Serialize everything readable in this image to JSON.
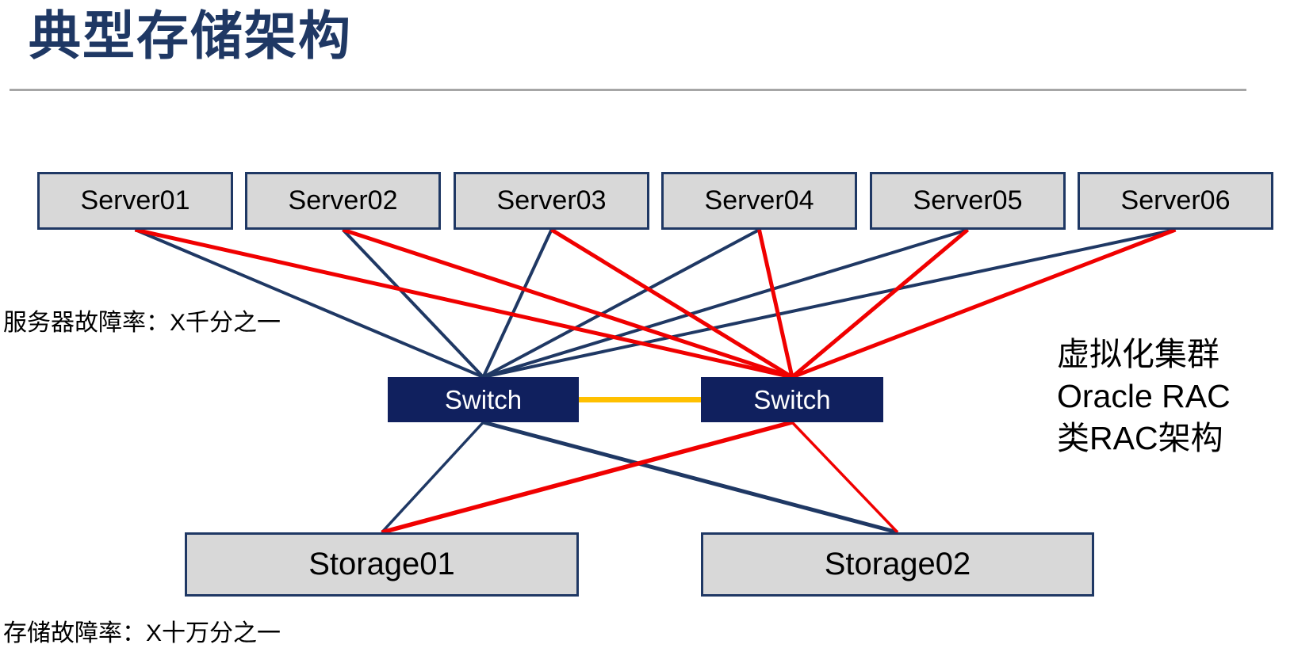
{
  "title": "典型存储架构",
  "colors": {
    "navy": "#1F3864",
    "switch_fill": "#10205E",
    "red": "#F00000",
    "yellow": "#FFC000",
    "box_fill": "#D8D8D8",
    "gray_rule": "#A6A6A6",
    "ink": "#000000"
  },
  "nodes": {
    "servers": [
      {
        "id": "server01",
        "label": "Server01"
      },
      {
        "id": "server02",
        "label": "Server02"
      },
      {
        "id": "server03",
        "label": "Server03"
      },
      {
        "id": "server04",
        "label": "Server04"
      },
      {
        "id": "server05",
        "label": "Server05"
      },
      {
        "id": "server06",
        "label": "Server06"
      }
    ],
    "switches": [
      {
        "id": "switch1",
        "label": "Switch"
      },
      {
        "id": "switch2",
        "label": "Switch"
      }
    ],
    "storages": [
      {
        "id": "storage1",
        "label": "Storage01"
      },
      {
        "id": "storage2",
        "label": "Storage02"
      }
    ]
  },
  "annotations": {
    "server_failure_rate": "服务器故障率：X千分之一",
    "storage_failure_rate": "存储故障率：X十万分之一",
    "cluster_note_lines": [
      "虚拟化集群",
      "Oracle RAC",
      "类RAC架构"
    ]
  },
  "connections": [
    {
      "from": "server01",
      "from_anchor": "bottom",
      "to": "switch1",
      "to_anchor": "top",
      "color": "navy",
      "width": 4
    },
    {
      "from": "server02",
      "from_anchor": "bottom",
      "to": "switch1",
      "to_anchor": "top",
      "color": "navy",
      "width": 4
    },
    {
      "from": "server03",
      "from_anchor": "bottom",
      "to": "switch1",
      "to_anchor": "top",
      "color": "navy",
      "width": 4
    },
    {
      "from": "server04",
      "from_anchor": "bottom",
      "to": "switch1",
      "to_anchor": "top",
      "color": "navy",
      "width": 4
    },
    {
      "from": "server05",
      "from_anchor": "bottom",
      "to": "switch1",
      "to_anchor": "top",
      "color": "navy",
      "width": 4
    },
    {
      "from": "server06",
      "from_anchor": "bottom",
      "to": "switch1",
      "to_anchor": "top",
      "color": "navy",
      "width": 4
    },
    {
      "from": "server01",
      "from_anchor": "bottom",
      "to": "switch2",
      "to_anchor": "top",
      "color": "red",
      "width": 5
    },
    {
      "from": "server02",
      "from_anchor": "bottom",
      "to": "switch2",
      "to_anchor": "top",
      "color": "red",
      "width": 5
    },
    {
      "from": "server03",
      "from_anchor": "bottom",
      "to": "switch2",
      "to_anchor": "top",
      "color": "red",
      "width": 5
    },
    {
      "from": "server04",
      "from_anchor": "bottom",
      "to": "switch2",
      "to_anchor": "top",
      "color": "red",
      "width": 5
    },
    {
      "from": "server05",
      "from_anchor": "bottom",
      "to": "switch2",
      "to_anchor": "top",
      "color": "red",
      "width": 5
    },
    {
      "from": "server06",
      "from_anchor": "bottom",
      "to": "switch2",
      "to_anchor": "top",
      "color": "red",
      "width": 5
    },
    {
      "from": "switch1",
      "from_anchor": "right",
      "to": "switch2",
      "to_anchor": "left",
      "color": "yellow",
      "width": 7
    },
    {
      "from": "switch1",
      "from_anchor": "bottom",
      "to": "storage1",
      "to_anchor": "top",
      "color": "navy",
      "width": 3.5
    },
    {
      "from": "switch1",
      "from_anchor": "bottom",
      "to": "storage2",
      "to_anchor": "top",
      "color": "navy",
      "width": 5
    },
    {
      "from": "switch2",
      "from_anchor": "bottom",
      "to": "storage1",
      "to_anchor": "top",
      "color": "red",
      "width": 5.5
    },
    {
      "from": "switch2",
      "from_anchor": "bottom",
      "to": "storage2",
      "to_anchor": "top",
      "color": "red",
      "width": 3.5
    }
  ]
}
